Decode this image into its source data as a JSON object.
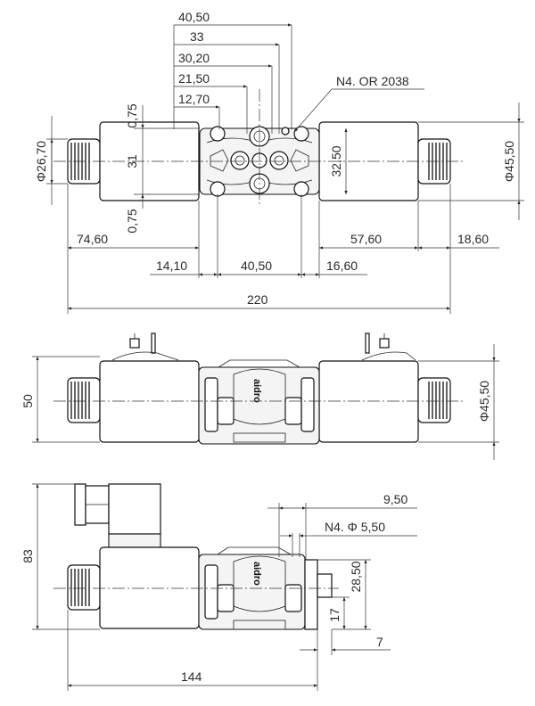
{
  "top_view": {
    "dims": {
      "d40_50_top": "40,50",
      "d33": "33",
      "d30_20": "30,20",
      "d21_50": "21,50",
      "d12_70": "12,70",
      "note": "N4. OR 2038",
      "d0_75_a": "0,75",
      "d31": "31",
      "d0_75_b": "0,75",
      "phi26_70": "Φ26,70",
      "d32_50": "32,50",
      "phi45_50": "Φ45,50",
      "d74_60": "74,60",
      "d57_60": "57,60",
      "d18_60": "18,60",
      "d14_10": "14,10",
      "d40_50_bottom": "40,50",
      "d16_60": "16,60",
      "d220": "220"
    }
  },
  "front_view": {
    "dims": {
      "d50": "50",
      "phi45_50": "Φ45,50"
    },
    "brand": "aidro"
  },
  "side_view": {
    "dims": {
      "d9_50": "9,50",
      "note": "N4. Φ 5,50",
      "d83": "83",
      "d28_50": "28,50",
      "d17": "17",
      "d7": "7",
      "d144": "144"
    },
    "brand": "aidro"
  }
}
